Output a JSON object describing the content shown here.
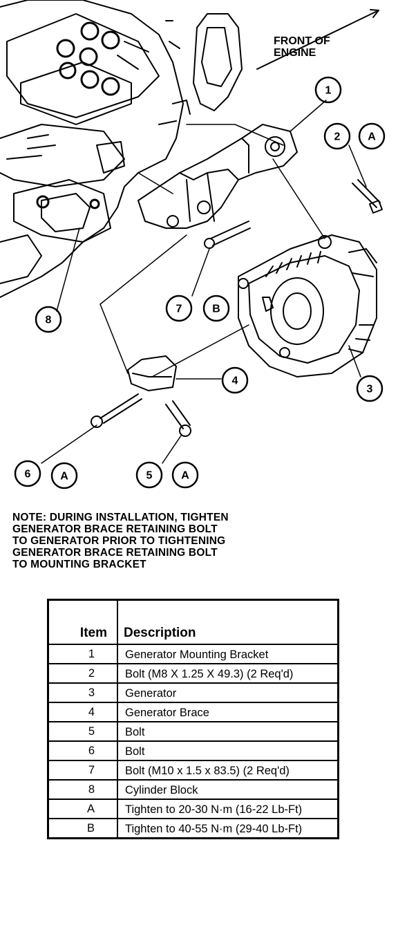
{
  "diagram": {
    "front_label_line1": "FRONT OF",
    "front_label_line2": "ENGINE",
    "callouts": {
      "c1": "1",
      "c2": "2",
      "c3": "3",
      "c4": "4",
      "c5": "5",
      "c6": "6",
      "c7": "7",
      "c8": "8",
      "a2": "A",
      "a5": "A",
      "a6": "A",
      "b7": "B"
    }
  },
  "note": {
    "lines": [
      "NOTE: DURING INSTALLATION, TIGHTEN",
      "GENERATOR BRACE RETAINING BOLT",
      "TO GENERATOR PRIOR TO TIGHTENING",
      "GENERATOR BRACE RETAINING BOLT",
      "TO MOUNTING BRACKET"
    ]
  },
  "legend": {
    "header_item": "Item",
    "header_description": "Description",
    "rows": [
      {
        "item": "1",
        "description": "Generator Mounting Bracket"
      },
      {
        "item": "2",
        "description": "Bolt (M8 X 1.25 X 49.3) (2 Req'd)"
      },
      {
        "item": "3",
        "description": "Generator"
      },
      {
        "item": "4",
        "description": "Generator Brace"
      },
      {
        "item": "5",
        "description": "Bolt"
      },
      {
        "item": "6",
        "description": "Bolt"
      },
      {
        "item": "7",
        "description": "Bolt (M10 x 1.5 x 83.5) (2 Req'd)"
      },
      {
        "item": "8",
        "description": "Cylinder Block"
      },
      {
        "item": "A",
        "description": "Tighten to 20-30 N·m (16-22 Lb-Ft)"
      },
      {
        "item": "B",
        "description": "Tighten to 40-55 N·m (29-40 Lb-Ft)"
      }
    ]
  }
}
